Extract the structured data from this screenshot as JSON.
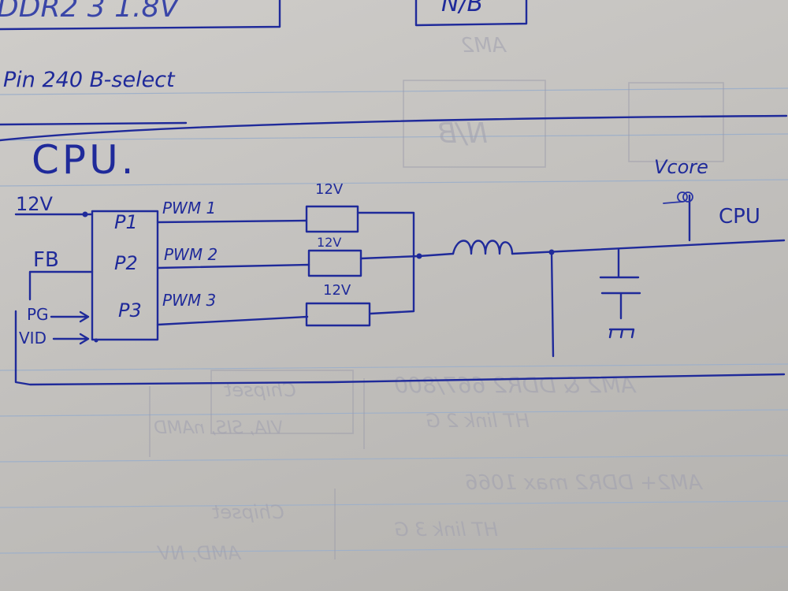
{
  "header": {
    "top_left_note": "DDR2  3  1.8V",
    "top_box_note": "N/B",
    "pin_note": "Pin 240  B-select"
  },
  "title": "CPU.",
  "inputs": {
    "power": "12V",
    "feedback": "FB",
    "power_good": "PG",
    "vid": "VID"
  },
  "controller": {
    "pins": [
      "P1",
      "P2",
      "P3"
    ]
  },
  "phases": [
    {
      "signal": "PWM 1",
      "supply": "12V"
    },
    {
      "signal": "PWM 2",
      "supply": "12V"
    },
    {
      "signal": "PWM 3",
      "supply": "12V"
    }
  ],
  "output": {
    "vcore_label": "Vcore",
    "load_label": "CPU"
  },
  "see_through_text": [
    "AM2 & DDR2 667/800",
    "HT link 2 G",
    "Chipset",
    "VIA, SIS, nAMD",
    "AM2+  DDR2  max 1066",
    "HT link 3 G",
    "Chipset",
    "AMD, NV",
    "N/B",
    "AM2"
  ],
  "colors": {
    "ink": "#1f2a9a",
    "paper": "#c9c7c4",
    "ruled_line": "#9fb0c8",
    "bleed_through": "#a2a2b0"
  }
}
